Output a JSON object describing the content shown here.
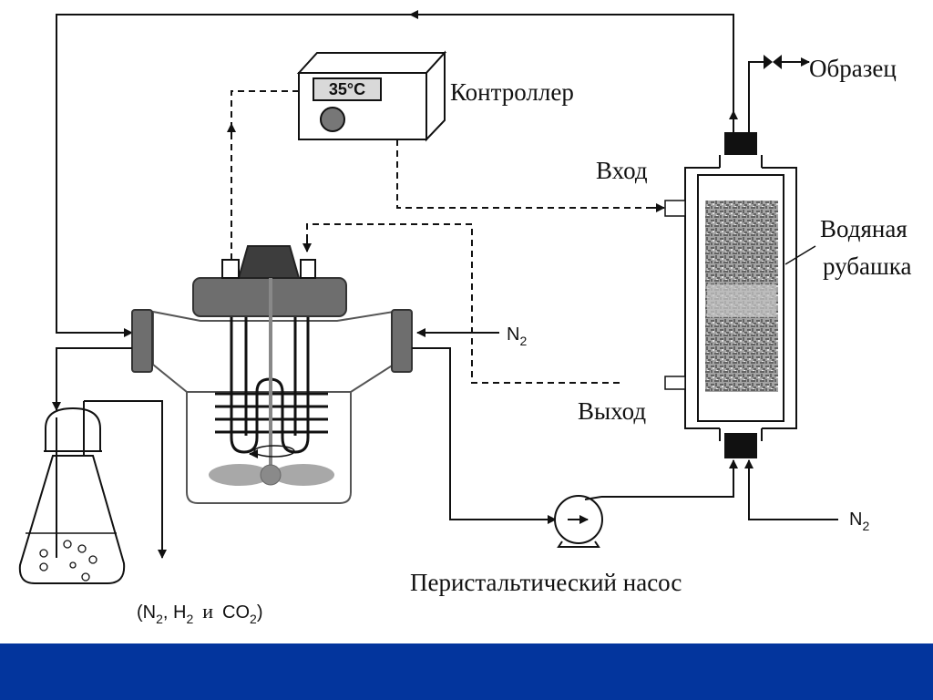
{
  "labels": {
    "controller": "Контроллер",
    "display": "35°C",
    "sample": "Образец",
    "inlet": "Вход",
    "outlet": "Выход",
    "water_jacket_line1": "Водяная",
    "water_jacket_line2": "рубашка",
    "n2_reactor": "N",
    "n2_reactor_sub": "2",
    "n2_column": "N",
    "n2_column_sub": "2",
    "pump": "Перистальтический насос",
    "gases_open": "(N",
    "gases_sub1": "2",
    "gases_mid1": ", H",
    "gases_sub2": "2",
    "gases_and": "и",
    "gases_co": "CO",
    "gases_sub3": "2",
    "gases_close": ")"
  },
  "colors": {
    "footer": "#03359d",
    "dark_grey": "#6b6b6b",
    "mid_grey": "#808080",
    "line": "#111111",
    "packing": "#8a8a8a"
  }
}
